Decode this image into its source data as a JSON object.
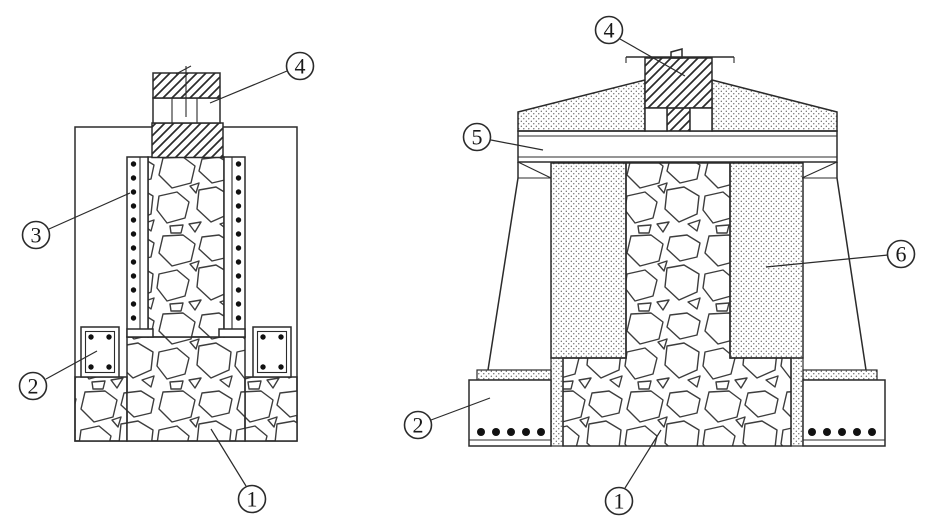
{
  "colors": {
    "line": "#2b2b2b",
    "stone_line": "#3d3d3d",
    "dot": "#111111",
    "background": "#ffffff"
  },
  "left_view": {
    "callout_4": "4",
    "callout_3": "3",
    "callout_2": "2",
    "callout_1": "1"
  },
  "right_view": {
    "callout_4": "4",
    "callout_5": "5",
    "callout_6": "6",
    "callout_2": "2",
    "callout_1": "1"
  }
}
